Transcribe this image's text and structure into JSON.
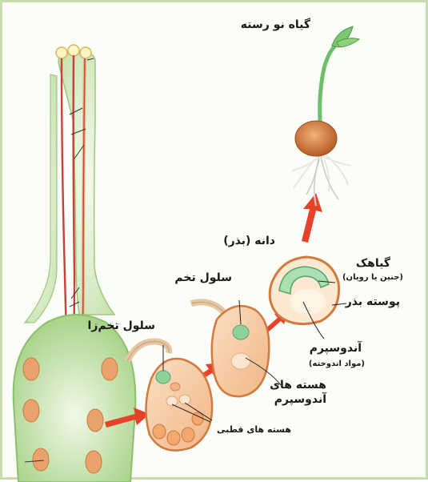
{
  "labels": {
    "seedling": "گیاه نو رسته",
    "seed": "دانه (بذر)",
    "cotyledon": "گیاهک",
    "cotyledon_note": "(جنین یا رویان)",
    "seed_coat": "پوسته بذر",
    "zygote": "سلول تخم",
    "endosperm": "آندوسپرم",
    "endosperm_note": "(مواد اندوخته)",
    "endosperm_nuclei_line1": "هسته های",
    "endosperm_nuclei_line2": "آندوسپرم",
    "egg_cell": "سلول تخم‌زا",
    "polar_nuclei": "هسته های قطبی"
  },
  "colors": {
    "arrow": "#e8412a",
    "ovary_green": "#b9dc9a",
    "style_green": "#cfe6b8",
    "cell_orange": "#e9a26c",
    "cell_fill": "#f7c9a0",
    "embryo_green": "#8fd19b",
    "pollen_tube": "#c8403a",
    "root_white": "#eeeeee"
  }
}
